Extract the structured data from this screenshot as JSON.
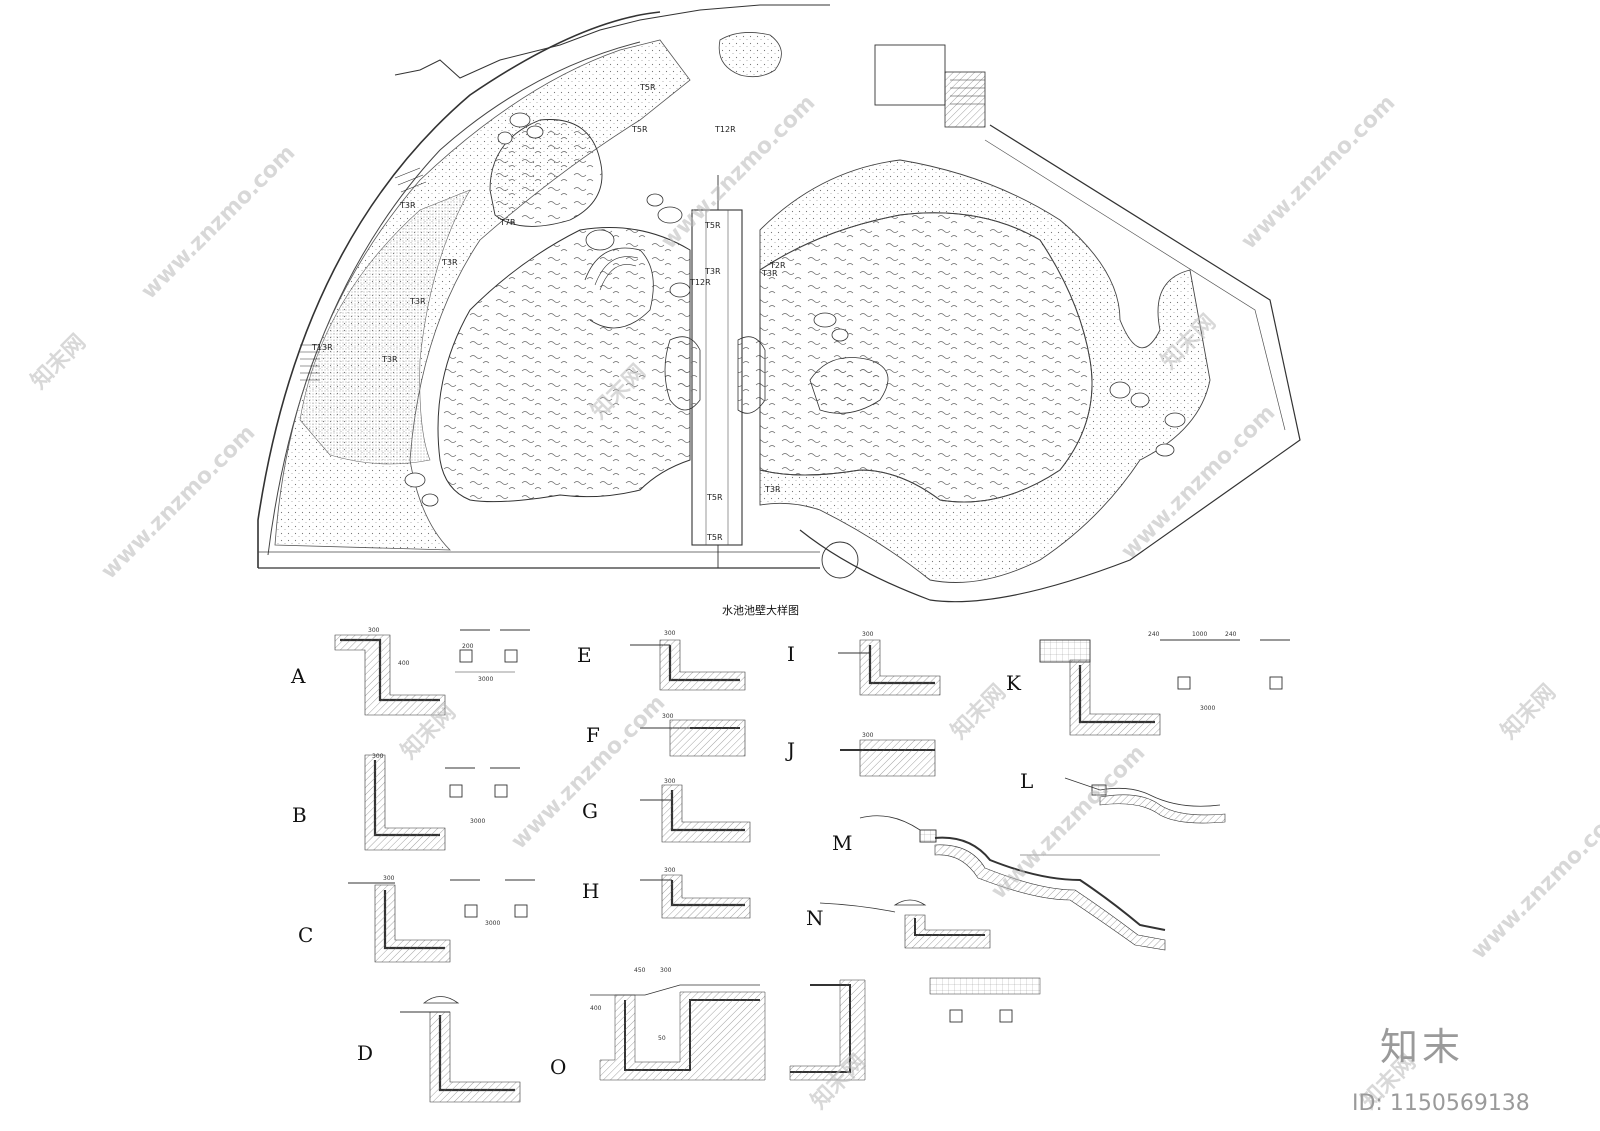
{
  "plan": {
    "title": "水池池壁大样图",
    "step_tags": [
      "T5R",
      "T5R",
      "T12R",
      "T3R",
      "T7R",
      "T3R",
      "T3R",
      "T3R",
      "T13R",
      "T5R",
      "T3R",
      "T12R",
      "T2R",
      "T3R",
      "T3R",
      "T5R",
      "T5R"
    ]
  },
  "details": [
    {
      "label": "A"
    },
    {
      "label": "B"
    },
    {
      "label": "C"
    },
    {
      "label": "D"
    },
    {
      "label": "E"
    },
    {
      "label": "F"
    },
    {
      "label": "G"
    },
    {
      "label": "H"
    },
    {
      "label": "I"
    },
    {
      "label": "J"
    },
    {
      "label": "K"
    },
    {
      "label": "L"
    },
    {
      "label": "M"
    },
    {
      "label": "N"
    },
    {
      "label": "O"
    }
  ],
  "dims": {
    "d300": "300",
    "d200": "200",
    "d3000": "3000",
    "d1000": "1000",
    "d400": "400",
    "d240": "240",
    "d50": "50",
    "d450": "450",
    "d400b": "400"
  },
  "watermark": {
    "site": "www.znzmo.com",
    "brand": "知末网",
    "logo_text": "知末",
    "id_text": "ID: 1150569138"
  }
}
